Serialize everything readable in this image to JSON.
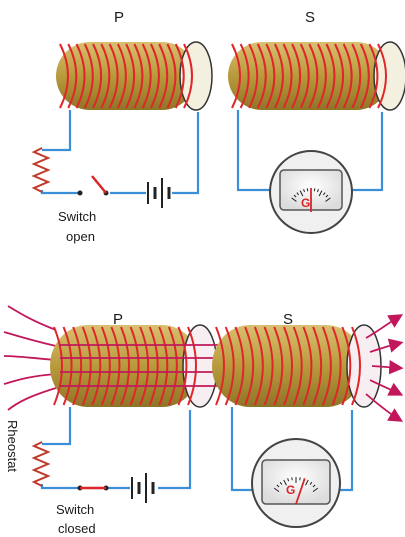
{
  "top": {
    "primary_label": "P",
    "secondary_label": "S",
    "switch_label_line1": "Switch",
    "switch_label_line2": "open",
    "galvanometer_label": "G",
    "needle_deflection": 0
  },
  "bottom": {
    "primary_label": "P",
    "secondary_label": "S",
    "rheostat_label": "Rheostat",
    "switch_label_line1": "Switch",
    "switch_label_line2": "closed",
    "galvanometer_label": "G",
    "needle_deflection": 0.35
  },
  "colors": {
    "coil_body": "#c9a94a",
    "coil_wire": "#e0262b",
    "circuit_wire": "#3a8fd6",
    "field_lines": "#c2185b",
    "resistor": "#c0392b",
    "battery": "#222222"
  }
}
